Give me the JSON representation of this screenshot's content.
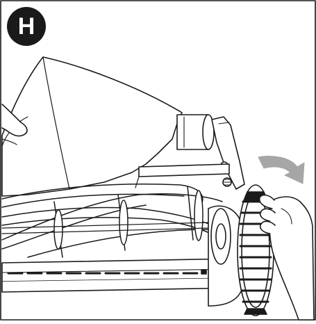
{
  "step": {
    "label": "H"
  },
  "figure": {
    "icons": [
      "grass-catcher",
      "cutting-reel",
      "adjustment-knob",
      "right-hand",
      "left-hand",
      "rotate-arrow"
    ],
    "colors": {
      "line": "#1a1a1a",
      "shade": "#d9d9d9",
      "arrow": "#a6a6a6",
      "background": "#ffffff"
    }
  }
}
